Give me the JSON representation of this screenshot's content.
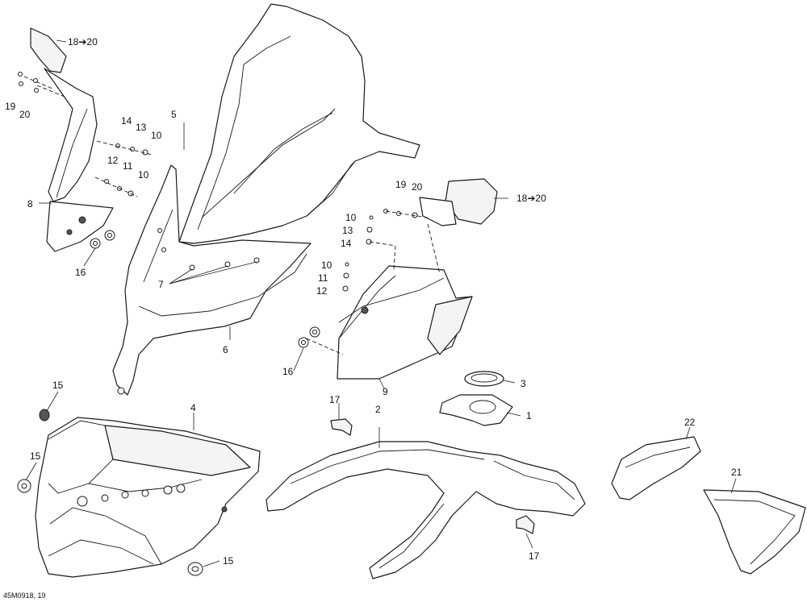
{
  "drawing_code": "45M0918, 19",
  "callouts": {
    "c1": "1",
    "c2": "2",
    "c3": "3",
    "c4": "4",
    "c5": "5",
    "c6": "6",
    "c7": "7",
    "c8": "8",
    "c9": "9",
    "c10a": "10",
    "c10b": "10",
    "c10c": "10",
    "c10d": "10",
    "c11a": "11",
    "c11b": "11",
    "c12a": "12",
    "c12b": "12",
    "c13a": "13",
    "c13b": "13",
    "c14a": "14",
    "c14b": "14",
    "c15a": "15",
    "c15b": "15",
    "c15c": "15",
    "c16a": "16",
    "c16b": "16",
    "c17a": "17",
    "c17b": "17",
    "c18a": "18➔20",
    "c18b": "18➔20",
    "c19a": "19",
    "c19b": "19",
    "c20a": "20",
    "c20b": "20",
    "c21": "21",
    "c22": "22"
  }
}
